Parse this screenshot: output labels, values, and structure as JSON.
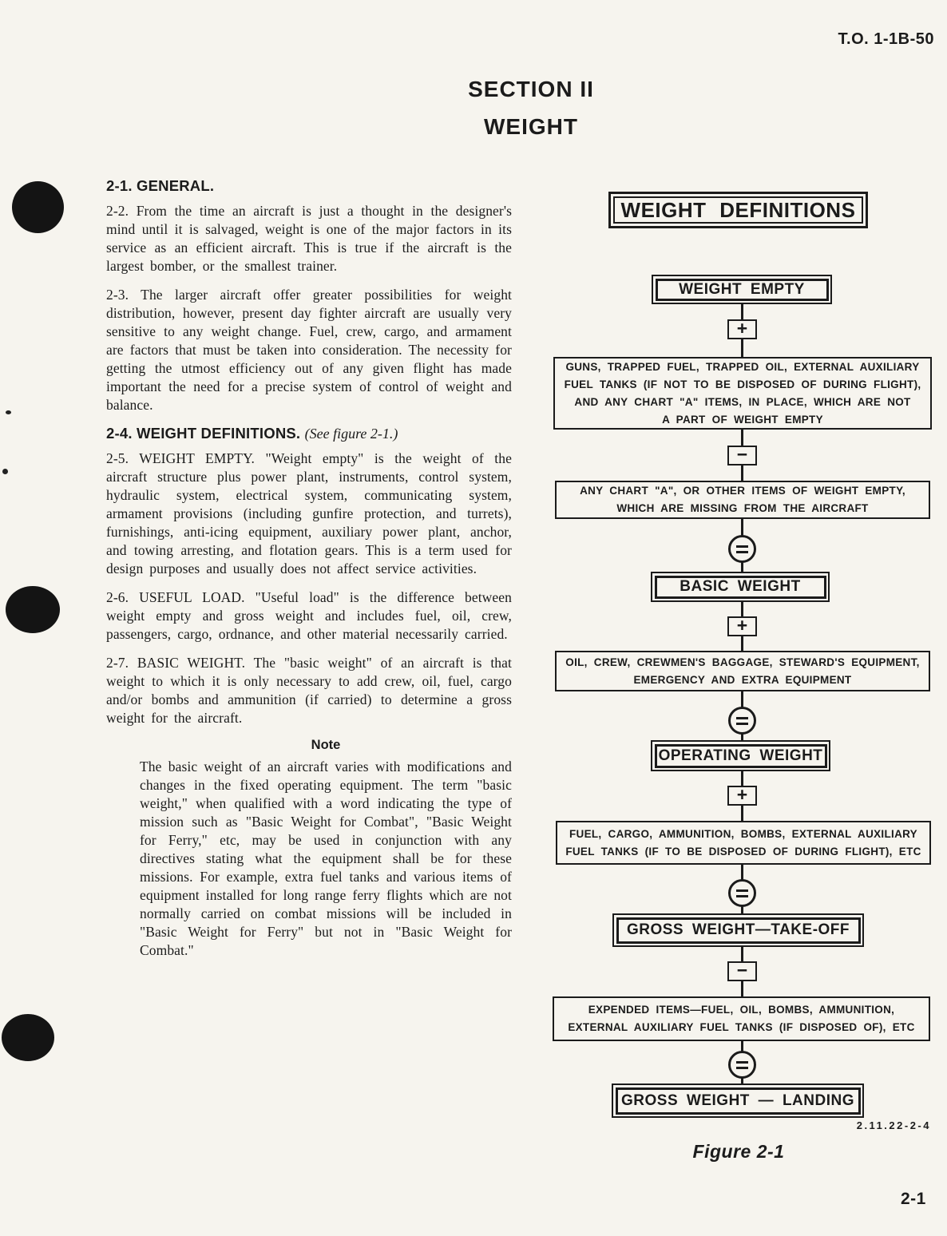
{
  "header": {
    "to_ref": "T.O. 1-1B-50",
    "section_heading": "SECTION II",
    "section_title": "WEIGHT"
  },
  "article": {
    "h2_1": "2-1. GENERAL.",
    "p2_2": "2-2. From the time an aircraft is just a thought in the designer's mind until it is salvaged, weight is one of the major factors in its service as an efficient aircraft. This is true if the aircraft is the largest bomber, or the smallest trainer.",
    "p2_3": "2-3. The larger aircraft offer greater possibilities for weight distribution, however, present day fighter aircraft are usually very sensitive to any weight change. Fuel, crew, cargo, and armament are factors that must be taken into consideration. The necessity for getting the utmost efficiency out of any given flight has made important the need for a precise system of control of weight and balance.",
    "h2_4": "2-4. WEIGHT DEFINITIONS.",
    "h2_4_ref": "(See figure 2-1.)",
    "p2_5": "2-5. WEIGHT EMPTY. \"Weight empty\" is the weight of the aircraft structure plus power plant, instruments, control system, hydraulic system, electrical system, communicating system, armament provisions (including gunfire protection, and turrets), furnishings, anti-icing equipment, auxiliary power plant, anchor, and towing arresting, and flotation gears. This is a term used for design purposes and usually does not affect service activities.",
    "p2_6": "2-6. USEFUL LOAD. \"Useful load\" is the difference between weight empty and gross weight and includes fuel, oil, crew, passengers, cargo, ordnance, and other material necessarily carried.",
    "p2_7": "2-7. BASIC WEIGHT. The \"basic weight\" of an aircraft is that weight to which it is only necessary to add crew, oil, fuel, cargo and/or bombs and ammunition (if carried) to determine a gross weight for the aircraft.",
    "note_heading": "Note",
    "note_body": "The basic weight of an aircraft varies with modifications and changes in the fixed operating equipment. The term \"basic weight,\" when qualified with a word indicating the type of mission such as \"Basic Weight for Combat\", \"Basic Weight for Ferry,\" etc, may be used in conjunction with any directives stating what the equipment shall be for these missions. For example, extra fuel tanks and various items of equipment installed for long range ferry flights which are not normally carried on combat missions will be included in \"Basic Weight for Ferry\" but not in \"Basic Weight for Combat.\""
  },
  "flowchart": {
    "title": "WEIGHT DEFINITIONS",
    "labels": {
      "weight_empty": "WEIGHT EMPTY",
      "basic_weight": "BASIC WEIGHT",
      "operating_weight": "OPERATING WEIGHT",
      "gross_weight_takeoff": "GROSS WEIGHT—TAKE-OFF",
      "gross_weight_landing": "GROSS WEIGHT — LANDING"
    },
    "operators": {
      "add": "+",
      "subtract": "−",
      "equals": "="
    },
    "desc1": "GUNS, TRAPPED FUEL, TRAPPED OIL, EXTERNAL AUXILIARY\nFUEL TANKS (IF NOT TO BE DISPOSED OF DURING FLIGHT),\nAND ANY CHART \"A\" ITEMS, IN PLACE, WHICH ARE NOT\nA PART OF WEIGHT EMPTY",
    "desc2": "ANY CHART \"A\", OR OTHER ITEMS OF WEIGHT EMPTY,\nWHICH ARE MISSING FROM THE AIRCRAFT",
    "desc3": "OIL, CREW, CREWMEN'S BAGGAGE, STEWARD'S EQUIPMENT,\nEMERGENCY AND EXTRA EQUIPMENT",
    "desc4": "FUEL, CARGO, AMMUNITION, BOMBS, EXTERNAL AUXILIARY\nFUEL TANKS (IF TO BE DISPOSED OF DURING FLIGHT), ETC",
    "desc5": "EXPENDED ITEMS—FUEL, OIL, BOMBS, AMMUNITION,\nEXTERNAL AUXILIARY FUEL TANKS (IF DISPOSED OF), ETC"
  },
  "footer": {
    "figure_ref": "2.11.22-2-4",
    "figure_caption": "Figure 2-1",
    "page_number": "2-1"
  },
  "colors": {
    "paper": "#f6f4ee",
    "ink": "#1b1b1b"
  }
}
